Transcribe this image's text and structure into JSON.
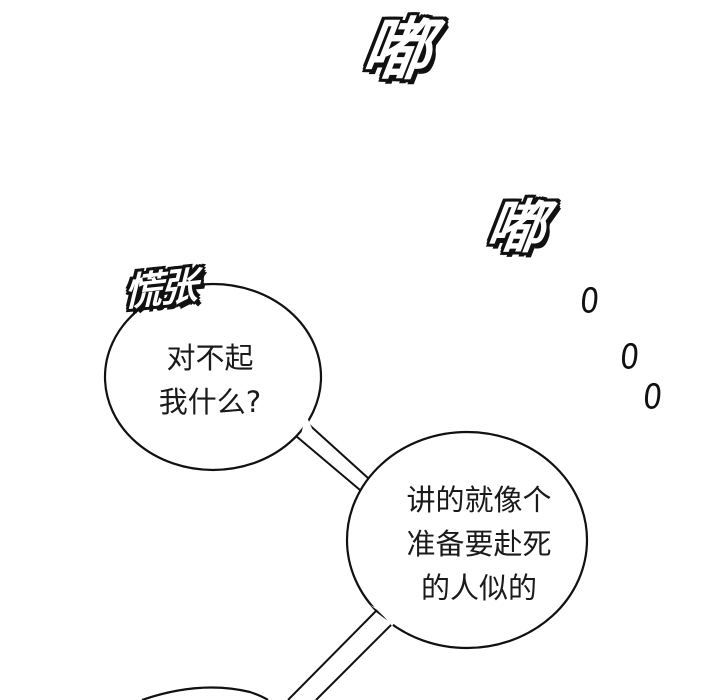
{
  "sound_effects": {
    "du_top": "嘟",
    "du_middle": "嘟",
    "panic": "慌张",
    "ring": [
      "0",
      "0",
      "0"
    ]
  },
  "bubbles": [
    {
      "lines": [
        "对不起",
        "我什么?"
      ]
    },
    {
      "lines": [
        "讲的就像个",
        "准备要赴死",
        "的人似的"
      ]
    }
  ],
  "colors": {
    "ink": "#111111",
    "paper": "#ffffff"
  }
}
